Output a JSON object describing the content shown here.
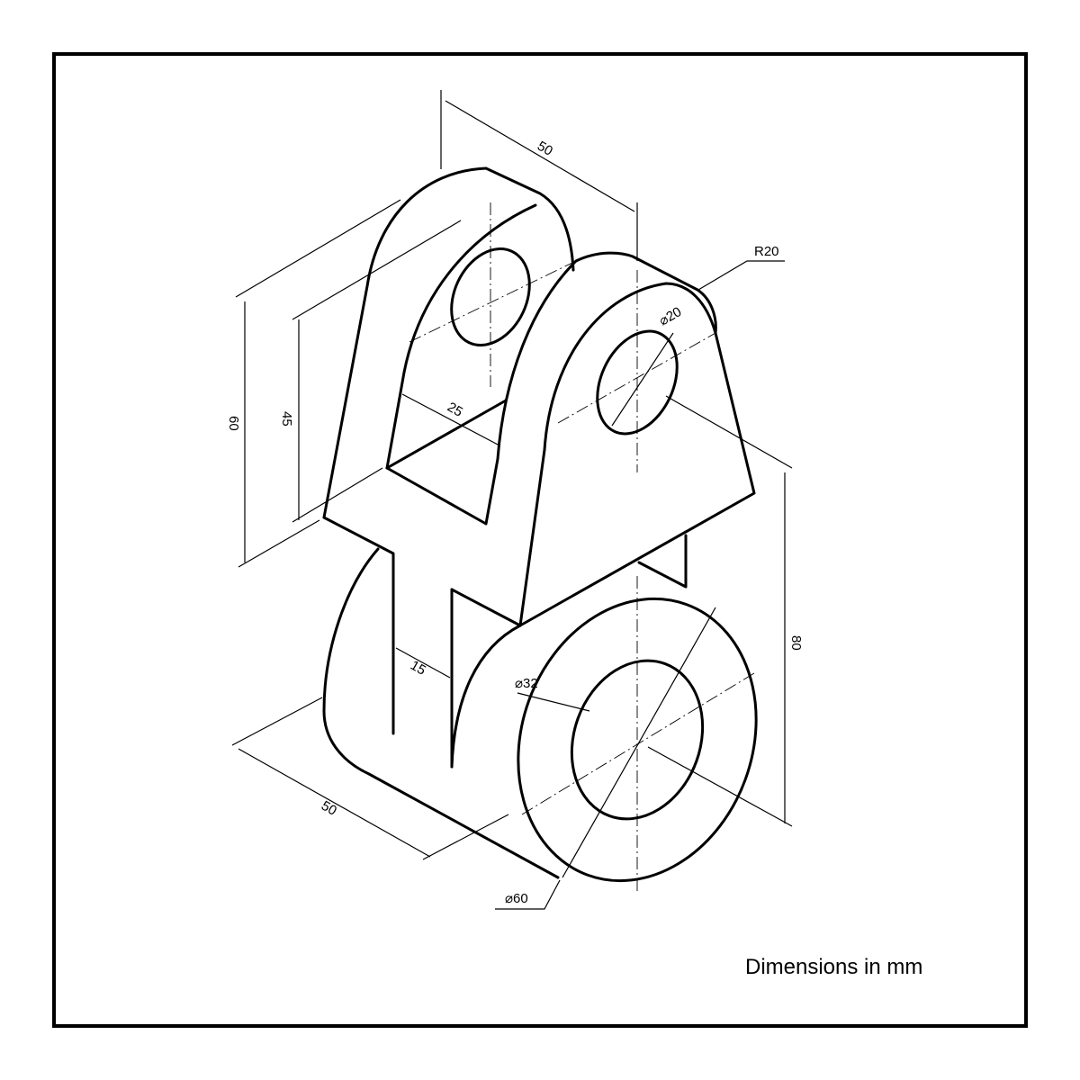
{
  "drawing": {
    "note": "Dimensions in mm",
    "dimensions": {
      "top_width": "50",
      "fillet_radius": "R20",
      "upper_hole_dia": "⌀20",
      "overall_upper_height": "60",
      "slot_height": "45",
      "slot_width": "25",
      "overall_height": "80",
      "web_thickness": "15",
      "bore_dia": "⌀32",
      "base_length": "50",
      "cylinder_dia": "⌀60"
    }
  }
}
